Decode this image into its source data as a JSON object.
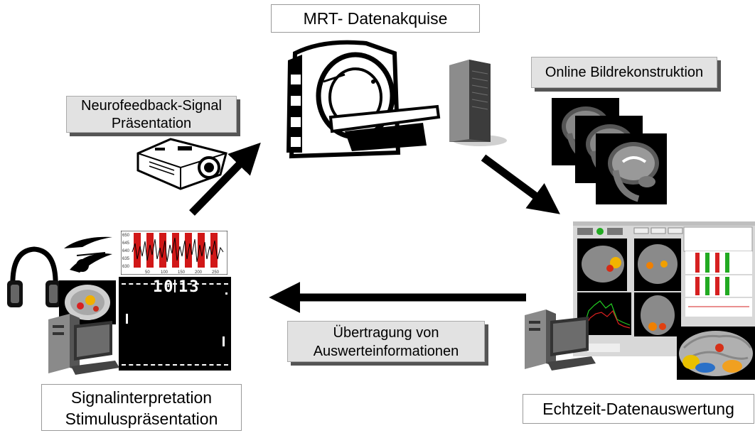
{
  "labels": {
    "mrt": "MRT- Datenakquise",
    "online": "Online Bildrekonstruktion",
    "neurofeedback_line1": "Neurofeedback-Signal",
    "neurofeedback_line2": "Präsentation",
    "uebertragung_line1": "Übertragung von",
    "uebertragung_line2": "Auswerteinformationen",
    "signal_line1": "Signalinterpretation",
    "signal_line2": "Stimuluspräsentation",
    "echtzeit": "Echtzeit-Datenauswertung"
  },
  "pong": {
    "left_score": "10",
    "right_score": "13"
  },
  "signal_plot": {
    "y_ticks": [
      "650",
      "645",
      "640",
      "635",
      "630"
    ],
    "x_ticks": [
      "50",
      "100",
      "150",
      "200",
      "250"
    ]
  },
  "colors": {
    "arrow": "#000000",
    "label_box": "#e2e2e2",
    "shadow": "#555555",
    "stripe": "#d11818"
  }
}
